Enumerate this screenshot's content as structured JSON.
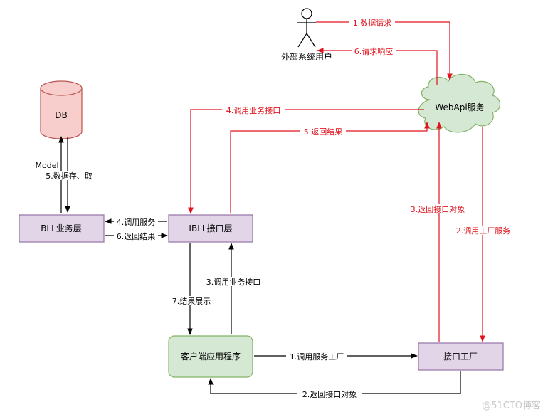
{
  "nodes": {
    "user": "外部系统用户",
    "webapi": "WebApi服务",
    "db": "DB",
    "bll": "BLL业务层",
    "ibll": "IBLL接口层",
    "client": "客户端应用程序",
    "factory": "接口工厂"
  },
  "edges": {
    "e1": "1.数据请求",
    "e6": "6.请求响应",
    "e4_call_iface": "4.调用业务接口",
    "e5_return": "5.返回结果",
    "model": "Model",
    "e5_db": "5.数据存、取",
    "e4_call_service": "4.调用服务",
    "e6_return": "6.返回结果",
    "e3_return_obj": "3.返回接口对象",
    "e2_call_factory": "2.调用工厂服务",
    "e3_call_iface": "3.调用业务接口",
    "e7_display": "7.结果展示",
    "e1_call_factory": "1.调用服务工厂",
    "e2_return_obj": "2.返回接口对象"
  },
  "watermark": "@51CTO博客",
  "colors": {
    "red": "#e0141e",
    "black": "#000000",
    "db_fill": "#f8cecc",
    "db_stroke": "#b85450",
    "purple_fill": "#e1d5e7",
    "purple_stroke": "#9673a6",
    "green_fill": "#d5e8d4",
    "green_stroke": "#82b366"
  }
}
